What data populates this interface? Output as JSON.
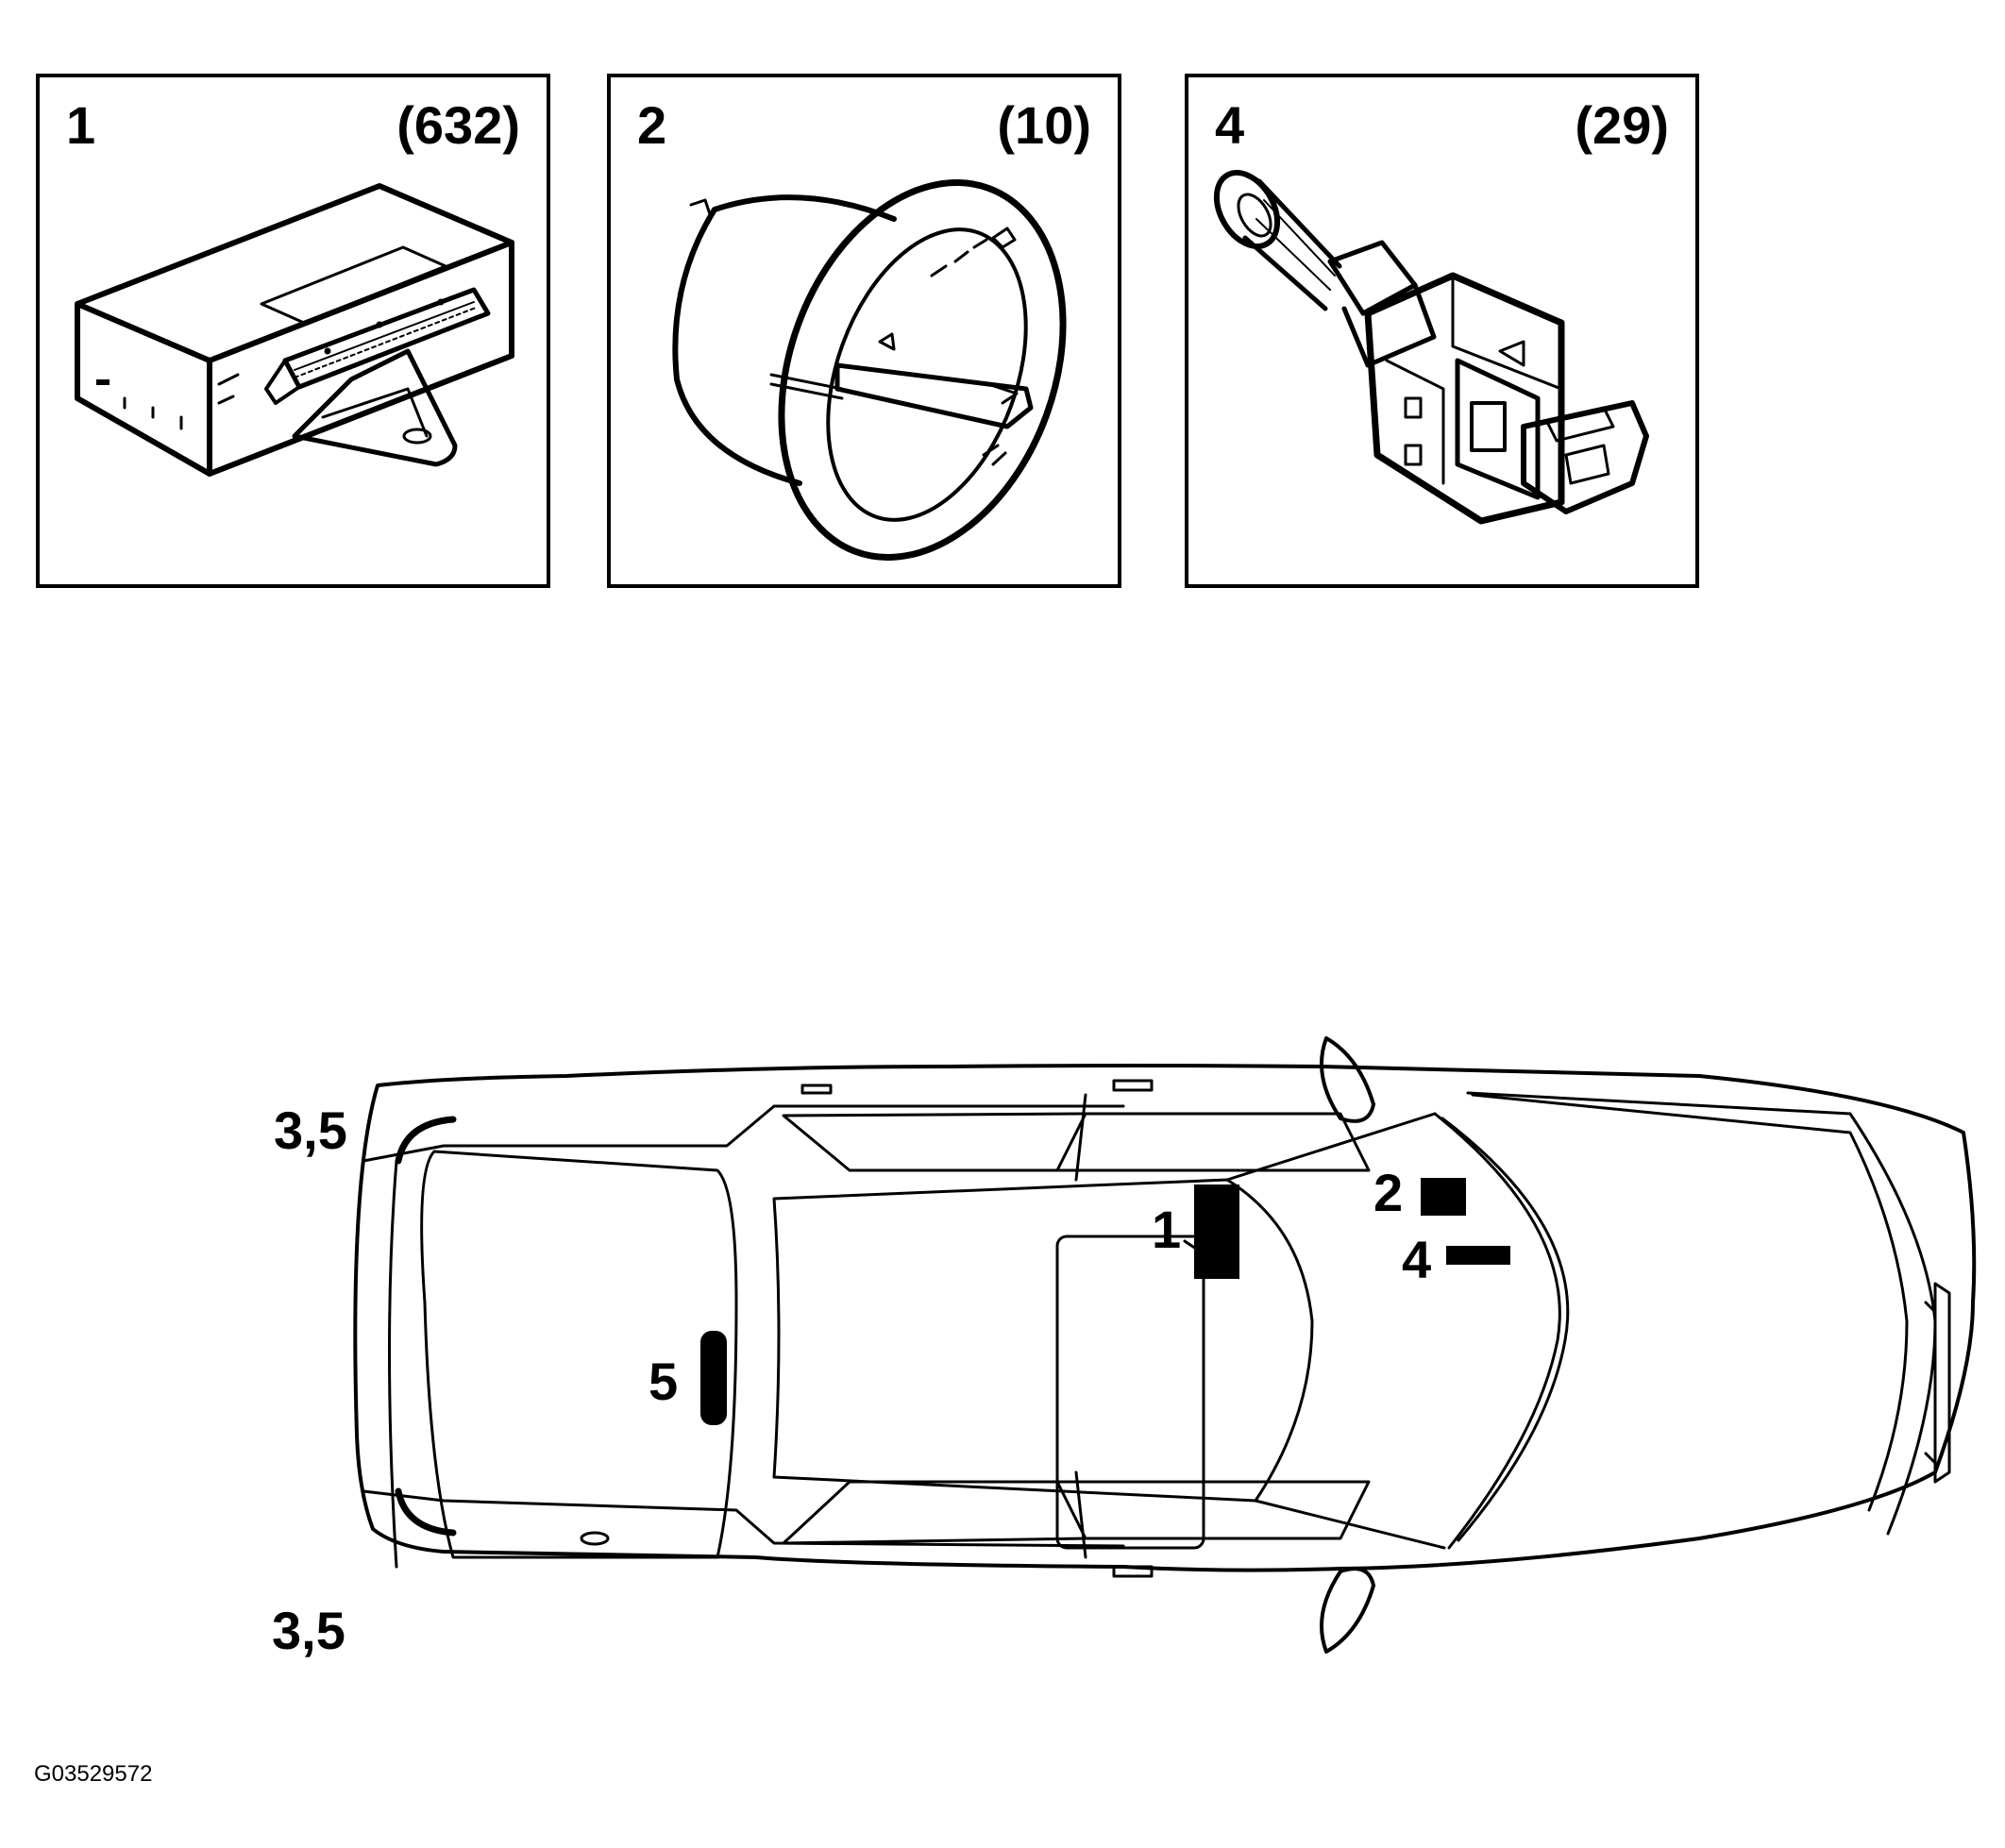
{
  "panels": [
    {
      "number": "1",
      "quantity": "(632)",
      "icon": "control-module-icon"
    },
    {
      "number": "2",
      "quantity": "(10)",
      "icon": "light-switch-icon"
    },
    {
      "number": "4",
      "quantity": "(29)",
      "icon": "brake-light-switch-icon"
    }
  ],
  "locator": {
    "labels": {
      "rear_left": "3,5",
      "rear_right": "3,5",
      "item_1": "1",
      "item_2": "2",
      "item_4": "4",
      "item_5": "5"
    },
    "icon": "car-top-view-icon"
  },
  "figure_id": "G03529572"
}
